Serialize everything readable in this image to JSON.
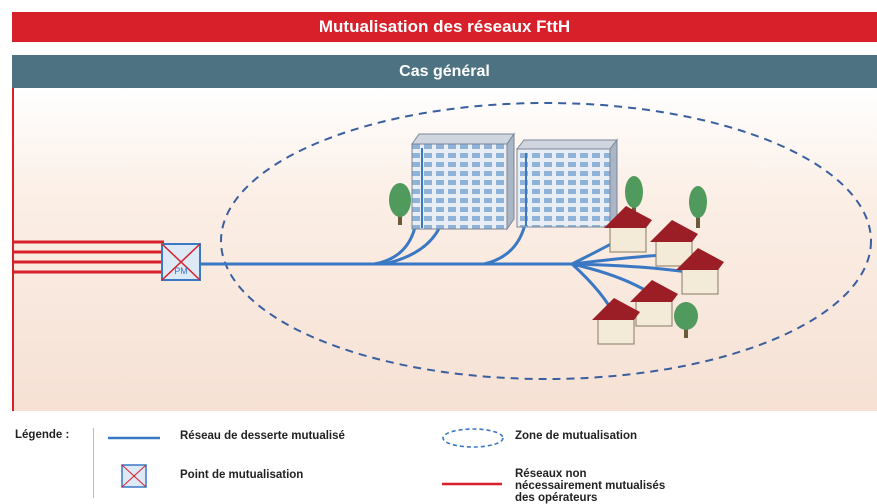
{
  "header": {
    "title": "Mutualisation des réseaux FttH",
    "subtitle": "Cas général"
  },
  "diagram": {
    "pm_label": "PM",
    "colors": {
      "title_bar": "#d8202b",
      "subtitle_bar": "#4d7282",
      "shared_network": "#3a78c4",
      "operator_networks": "#d8202b",
      "zone_outline": "#3a5fa0",
      "roof": "#9b1d25"
    }
  },
  "legend": {
    "title": "Légende :",
    "items": [
      {
        "label": "Réseau de desserte mutualisé",
        "symbol": "blue-line"
      },
      {
        "label": "Zone de mutualisation",
        "symbol": "dashed-ellipse"
      },
      {
        "label": "Point de mutualisation",
        "symbol": "pm-box"
      },
      {
        "label": "Réseaux non nécessairement mutualisés des opérateurs",
        "symbol": "red-line"
      }
    ]
  }
}
